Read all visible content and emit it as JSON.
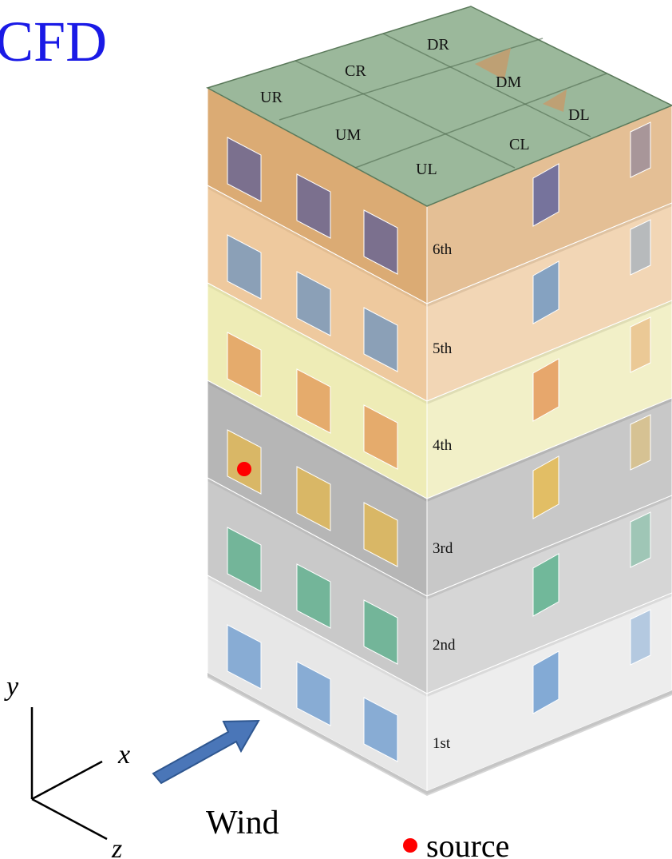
{
  "title": "CFD",
  "colors": {
    "title": "#1a1ae6",
    "wind_arrow": "#4a76b8",
    "source": "#ff0000",
    "window_blue": "#4a86c8",
    "window_green": "#3aa87a",
    "window_orange": "#e0803a",
    "window_yellow": "#f0b830",
    "window_navy": "#3a4aa0"
  },
  "roof_labels": {
    "ur": "UR",
    "cr": "CR",
    "dr": "DR",
    "um": "UM",
    "dm": "DM",
    "ul": "UL",
    "cl": "CL",
    "dl": "DL"
  },
  "floors": [
    {
      "label": "6th",
      "fill": "#cd8a3e"
    },
    {
      "label": "5th",
      "fill": "#e8b478"
    },
    {
      "label": "4th",
      "fill": "#e8e49a"
    },
    {
      "label": "3rd",
      "fill": "#9a9a9a"
    },
    {
      "label": "2nd",
      "fill": "#b4b4b4"
    },
    {
      "label": "1st",
      "fill": "#dedede"
    }
  ],
  "roof_fill": "#7aa07a",
  "axes": {
    "y": "y",
    "x": "x",
    "z": "z"
  },
  "wind": {
    "label": "Wind",
    "icon": "arrow-right-up"
  },
  "legend": {
    "source_label": "source"
  }
}
